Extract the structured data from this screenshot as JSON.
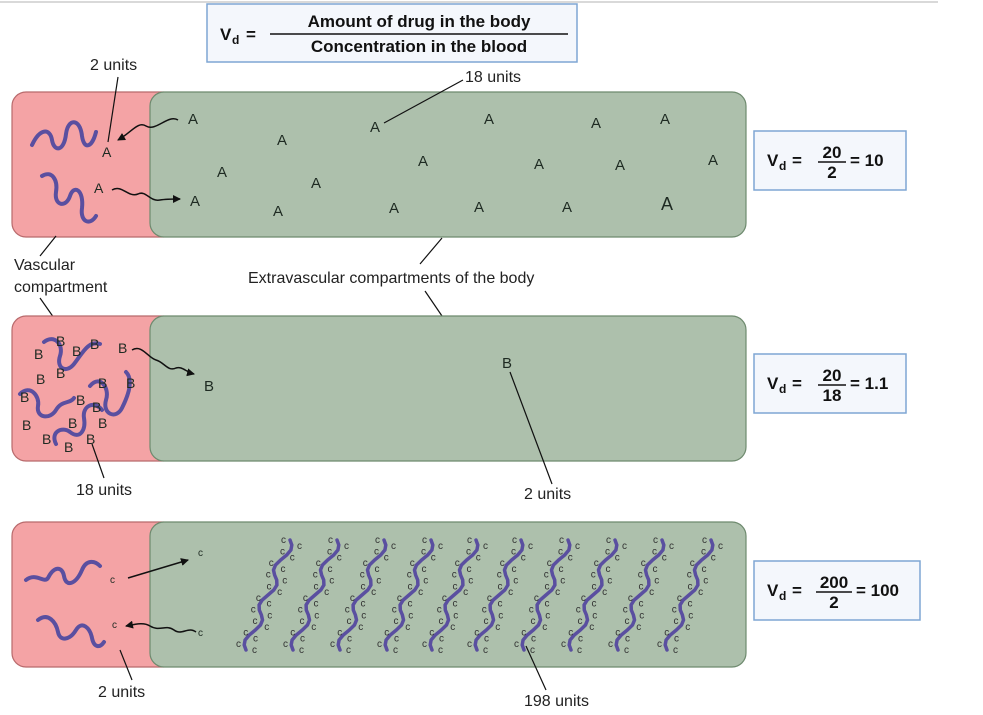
{
  "header_formula": {
    "lhs": "V",
    "lhs_sub": "d",
    "numerator": "Amount of drug in the body",
    "denominator": "Concentration in the blood"
  },
  "labels": {
    "vascular_line1": "Vascular",
    "vascular_line2": "compartment",
    "extravascular": "Extravascular compartments of the body"
  },
  "panels": [
    {
      "molecule": "A",
      "vascular_units": "2 units",
      "extra_units": "18 units",
      "formula": {
        "lhs": "V",
        "sub": "d",
        "num": "20",
        "den": "2",
        "result": "= 10"
      }
    },
    {
      "molecule": "B",
      "vascular_units": "18 units",
      "extra_units": "2 units",
      "formula": {
        "lhs": "V",
        "sub": "d",
        "num": "20",
        "den": "18",
        "result": "= 1.1"
      }
    },
    {
      "molecule": "C",
      "molecule_glyph": "c",
      "vascular_units": "2 units",
      "extra_units": "198 units",
      "formula": {
        "lhs": "V",
        "sub": "d",
        "num": "200",
        "den": "2",
        "result": "= 100"
      }
    }
  ],
  "colors": {
    "vascular_fill": "#f4a3a5",
    "extra_fill": "#adc0ac",
    "protein": "#5a4fa0",
    "formula_box_fill": "#f4f7fc",
    "formula_box_stroke": "#7fa6d4"
  }
}
